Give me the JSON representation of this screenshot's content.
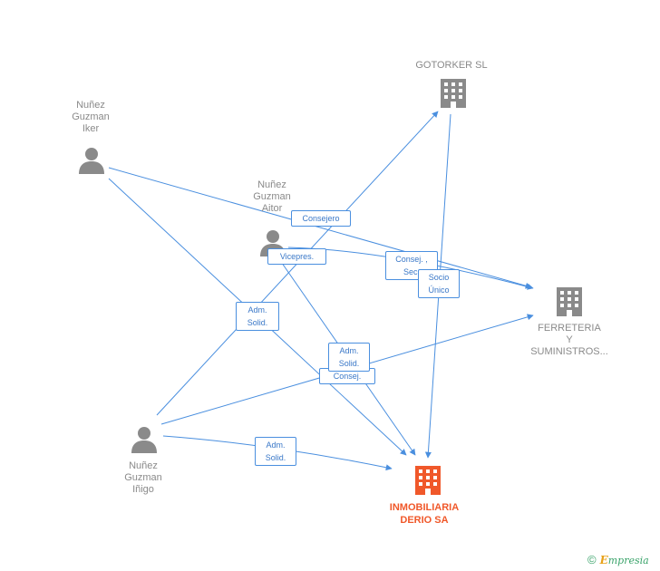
{
  "nodes": {
    "gotorker": {
      "label": "GOTORKER SL",
      "type": "company",
      "color": "#8a8a8a"
    },
    "iker": {
      "label": "Nuñez\nGuzman\nIker",
      "type": "person",
      "color": "#8a8a8a"
    },
    "aitor": {
      "label": "Nuñez\nGuzman\nAitor",
      "type": "person",
      "color": "#8a8a8a"
    },
    "ferreteria": {
      "label": "FERRETERIA\nY\nSUMINISTROS...",
      "type": "company",
      "color": "#8a8a8a"
    },
    "inigo": {
      "label": "Nuñez\nGuzman\nIñigo",
      "type": "person",
      "color": "#8a8a8a"
    },
    "inmobiliaria": {
      "label": "INMOBILIARIA\nDERIO SA",
      "type": "company",
      "color": "#f0582a"
    }
  },
  "edge_labels": {
    "consejero": "Consejero",
    "vicepres": "Vicepres.",
    "consej_sec": "Consej. ,\nSec.",
    "socio_unico": "Socio\nÚnico",
    "adm_solid_1": "Adm.\nSolid.",
    "adm_solid_2": "Adm.\nSolid.",
    "consej_2": "Consej.",
    "adm_solid_3": "Adm.\nSolid."
  },
  "brand": {
    "copyright": "©",
    "first_letter": "E",
    "rest": "mpresia"
  },
  "colors": {
    "edge": "#4a8fdf",
    "node_gray": "#8a8a8a",
    "focus": "#f0582a",
    "brand_green": "#3aa36a",
    "brand_orange": "#e8a21a"
  }
}
